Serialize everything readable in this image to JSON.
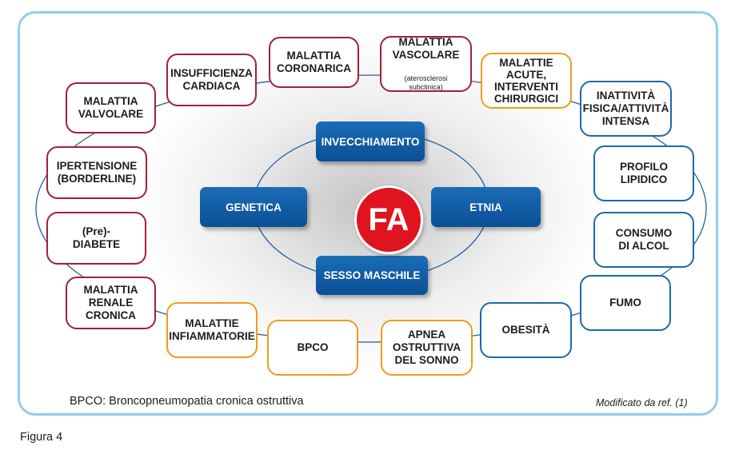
{
  "center": "FA",
  "core_factors": {
    "top": "INVECCHIAMENTO",
    "left": "GENETICA",
    "right": "ETNIA",
    "bottom": "SESSO MASCHILE"
  },
  "risk_factors": {
    "malattia_coronarica": "MALATTIA\nCORONARICA",
    "insufficienza_cardiaca": "INSUFFICIENZA\nCARDIACA",
    "malattia_valvolare": "MALATTIA\nVALVOLARE",
    "ipertensione": "IPERTENSIONE\n(BORDERLINE)",
    "diabete": "(Pre)-\nDIABETE",
    "malattia_renale": "MALATTIA\nRENALE\nCRONICA",
    "malattie_infiammatorie": "MALATTIE\nINFIAMMATORIE",
    "bpco": "BPCO",
    "apnea": "APNEA\nOSTRUTTIVA\nDEL SONNO",
    "obesita": "OBESITÀ",
    "fumo": "FUMO",
    "consumo_alcol": "CONSUMO\nDI ALCOL",
    "profilo_lipidico": "PROFILO\nLIPIDICO",
    "inattivita": "INATTIVITÀ\nFISICA/ATTIVITÀ\nINTENSA",
    "malattie_acute": "MALATTIE\nACUTE,\nINTERVENTI\nCHIRURGICI",
    "malattia_vascolare": "MALATTIA\nVASCOLARE",
    "malattia_vascolare_note": "(aterosclerosi\nsubclinica)"
  },
  "colors": {
    "cardiovascular_border": "#a32035",
    "inflammatory_border": "#ef9c1b",
    "lifestyle_border": "#1f68ab",
    "core_fill": "#0b5ca8",
    "fa_fill": "#e0141e",
    "frame": "#8dd0ee"
  },
  "footnote": "BPCO: Broncopneumopatia cronica ostruttiva",
  "credit": "Modificato da ref. (1)",
  "caption": "Figura 4"
}
